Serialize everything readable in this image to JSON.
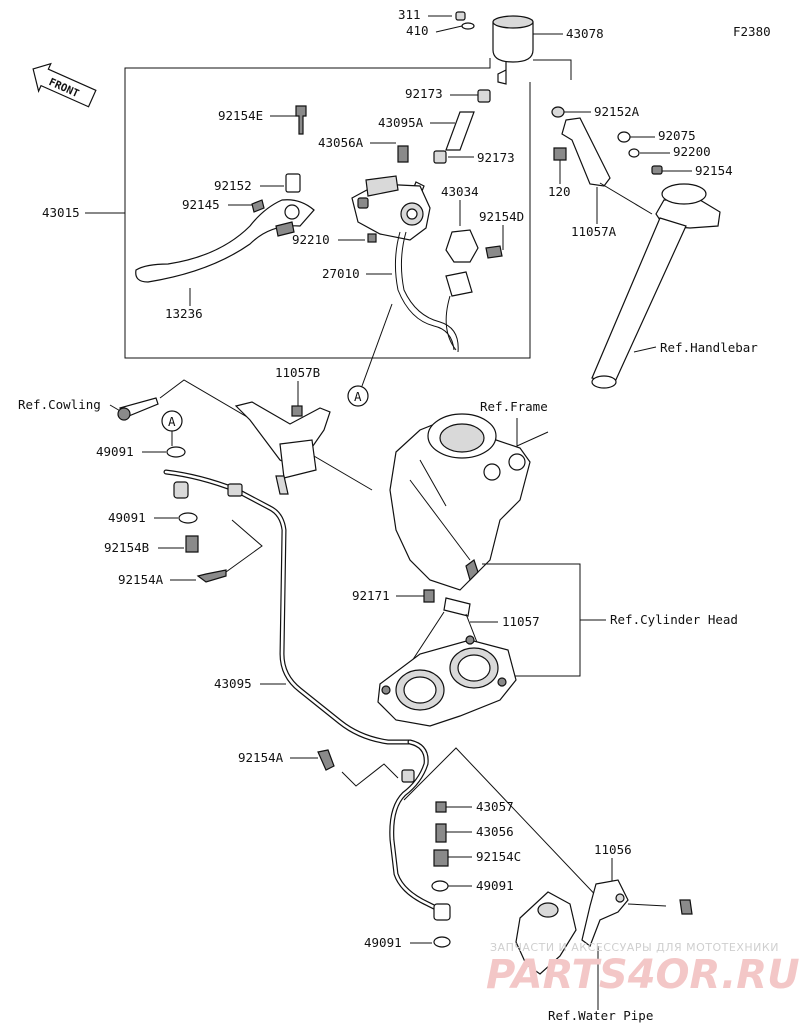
{
  "diagram_code": "F2380",
  "front_label": "FRONT",
  "parts": {
    "p311": "311",
    "p410": "410",
    "p43078": "43078",
    "p92173_top": "92173",
    "p43095A": "43095A",
    "p92173_bottom": "92173",
    "p92152A": "92152A",
    "p92075": "92075",
    "p92200": "92200",
    "p92154": "92154",
    "p120": "120",
    "p11057A": "11057A",
    "p92154E": "92154E",
    "p43056A": "43056A",
    "p92152": "92152",
    "p92145": "92145",
    "p43034": "43034",
    "p92154D": "92154D",
    "p43015": "43015",
    "p92210": "92210",
    "p27010": "27010",
    "p13236": "13236",
    "p11057B": "11057B",
    "p49091_a": "49091",
    "p49091_b": "49091",
    "p92154B": "92154B",
    "p92154A_top": "92154A",
    "p92171": "92171",
    "p11057": "11057",
    "p43095": "43095",
    "p92154A_bottom": "92154A",
    "p43057": "43057",
    "p43056": "43056",
    "p92154C": "92154C",
    "p11056": "11056",
    "p49091_c": "49091",
    "p49091_d": "49091"
  },
  "references": {
    "handlebar": "Ref.Handlebar",
    "cowling": "Ref.Cowling",
    "frame": "Ref.Frame",
    "cylinder_head": "Ref.Cylinder Head",
    "water_pipe": "Ref.Water Pipe"
  },
  "callouts": {
    "a_top": "A",
    "a_left": "A"
  },
  "watermark": {
    "line1": "ЗАПЧАСТИ И АКСЕССУАРЫ ДЛЯ МОТОТЕХНИКИ",
    "line2": "PARTS4OR.RU"
  }
}
